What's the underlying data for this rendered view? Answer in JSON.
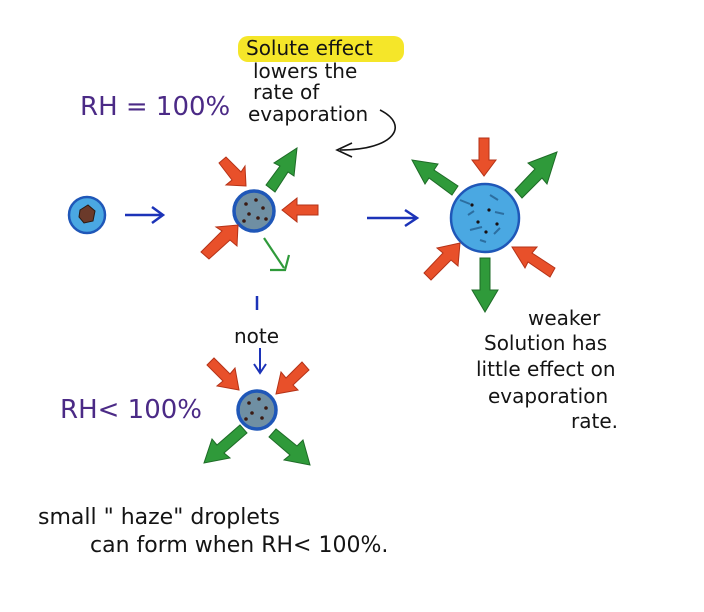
{
  "labels": {
    "rh_equal": "RH = 100%",
    "rh_less": "RH< 100%",
    "solute_line1": "Solute effect",
    "solute_line2": "lowers the",
    "solute_line3": "rate of",
    "solute_line4": "evaporation",
    "note": "note",
    "weaker_line1": "weaker",
    "weaker_line2": "Solution has",
    "weaker_line3": "little effect on",
    "weaker_line4": "evaporation",
    "weaker_line5": "rate.",
    "bottom_line1": "small  \" haze\"  droplets",
    "bottom_line2": "can form  when  RH< 100%."
  },
  "colors": {
    "highlight": "#f5e629",
    "purple_text": "#4b2a86",
    "red_arrow": "#e8502a",
    "green_arrow": "#2f9a3a",
    "blue_arrow": "#1c33b8",
    "droplet_fill": "#4aa8e2",
    "droplet_rim": "#1f57b8",
    "concentrated_core": "#6f8fa3",
    "nucleus": "#6b3a2a"
  }
}
